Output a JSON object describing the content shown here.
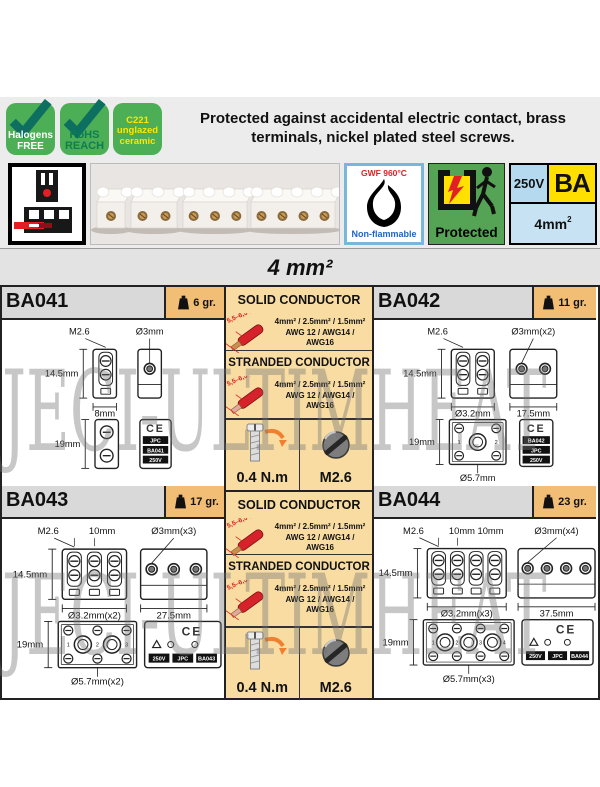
{
  "badges": [
    {
      "name": "halogens-free",
      "lines": [
        "Halogens",
        "FREE"
      ],
      "has_check": true
    },
    {
      "name": "rohs-reach",
      "lines": [
        "RoHS",
        "REACH"
      ],
      "has_check": true
    },
    {
      "name": "c221-ceramic",
      "lines": [
        "C221",
        "unglazed",
        "ceramic"
      ],
      "has_check": false
    }
  ],
  "headline": "Protected against accidental electric contact, brass terminals, nickel plated steel screws.",
  "icons": {
    "flame": {
      "top": "GWF 960°C",
      "bottom": "Non-flammable"
    },
    "protected": {
      "label": "Protected"
    },
    "ratings": {
      "voltage": "250V",
      "series": "BA",
      "section": "4mm",
      "section_sup": "2"
    }
  },
  "section_title": "4 mm²",
  "conductor_panel": {
    "solid_title": "SOLID CONDUCTOR",
    "stranded_title": "STRANDED CONDUCTOR",
    "strip_length": "5,5–6,5 mm",
    "spec_lines": [
      "4mm² / 2.5mm² / 1.5mm²",
      "AWG 12 / AWG14 /",
      "AWG16"
    ],
    "torque": "0.4 N.m",
    "screw": "M2.6"
  },
  "products": [
    {
      "code": "BA041",
      "weight": "6 gr.",
      "poles": 1,
      "dims": {
        "m26": "M2.6",
        "dia3": "Ø3mm",
        "h145": "14.5mm",
        "w": "8mm",
        "h19": "19mm"
      },
      "plate": [
        "JPC",
        "BA041",
        "250V"
      ],
      "pole_labels": []
    },
    {
      "code": "BA042",
      "weight": "11 gr.",
      "poles": 2,
      "dims": {
        "m26": "M2.6",
        "dia3": "Ø3mm(x2)",
        "h145": "14.5mm",
        "dia32": "Ø3.2mm",
        "w": "17.5mm",
        "h19": "19mm",
        "dia57": "Ø5.7mm"
      },
      "plate": [
        "BA042",
        "JPC",
        "250V"
      ],
      "pole_labels": [
        "1",
        "2"
      ]
    },
    {
      "code": "BA043",
      "weight": "17 gr.",
      "poles": 3,
      "dims": {
        "m26": "M2.6",
        "pitch": "10mm",
        "dia3": "Ø3mm(x3)",
        "h145": "14.5mm",
        "dia32": "Ø3.2mm(x2)",
        "w": "27.5mm",
        "h19": "19mm",
        "dia57": "Ø5.7mm(x2)"
      },
      "plate": [
        "250V",
        "JPC",
        "BA043"
      ],
      "pole_labels": [
        "1",
        "2",
        "3"
      ]
    },
    {
      "code": "BA044",
      "weight": "23 gr.",
      "poles": 4,
      "dims": {
        "m26": "M2.6",
        "pitch": "10mm 10mm",
        "dia3": "Ø3mm(x4)",
        "h145": "14.5mm",
        "dia32": "Ø3.2mm(x3)",
        "w": "37.5mm",
        "h19": "19mm",
        "dia57": "Ø5.7mm(x3)"
      },
      "plate": [
        "250V",
        "JPC",
        "BA044"
      ],
      "pole_labels": [
        "1",
        "2",
        "3",
        "4"
      ]
    }
  ],
  "watermark": "JECI-ULTIMHEAT",
  "colors": {
    "badge_green": "#4cae55",
    "check_teal": "#0c6f60",
    "tan_panel": "#f8dca2",
    "weight_orange": "#f2bd74",
    "header_gray": "#d9d9d9",
    "light_blue": "#b5d9ef",
    "yellow": "#ffdf00",
    "protected_green": "#55a355",
    "wire_red": "#d6222a",
    "flame_border_blue": "#79b6dc"
  }
}
